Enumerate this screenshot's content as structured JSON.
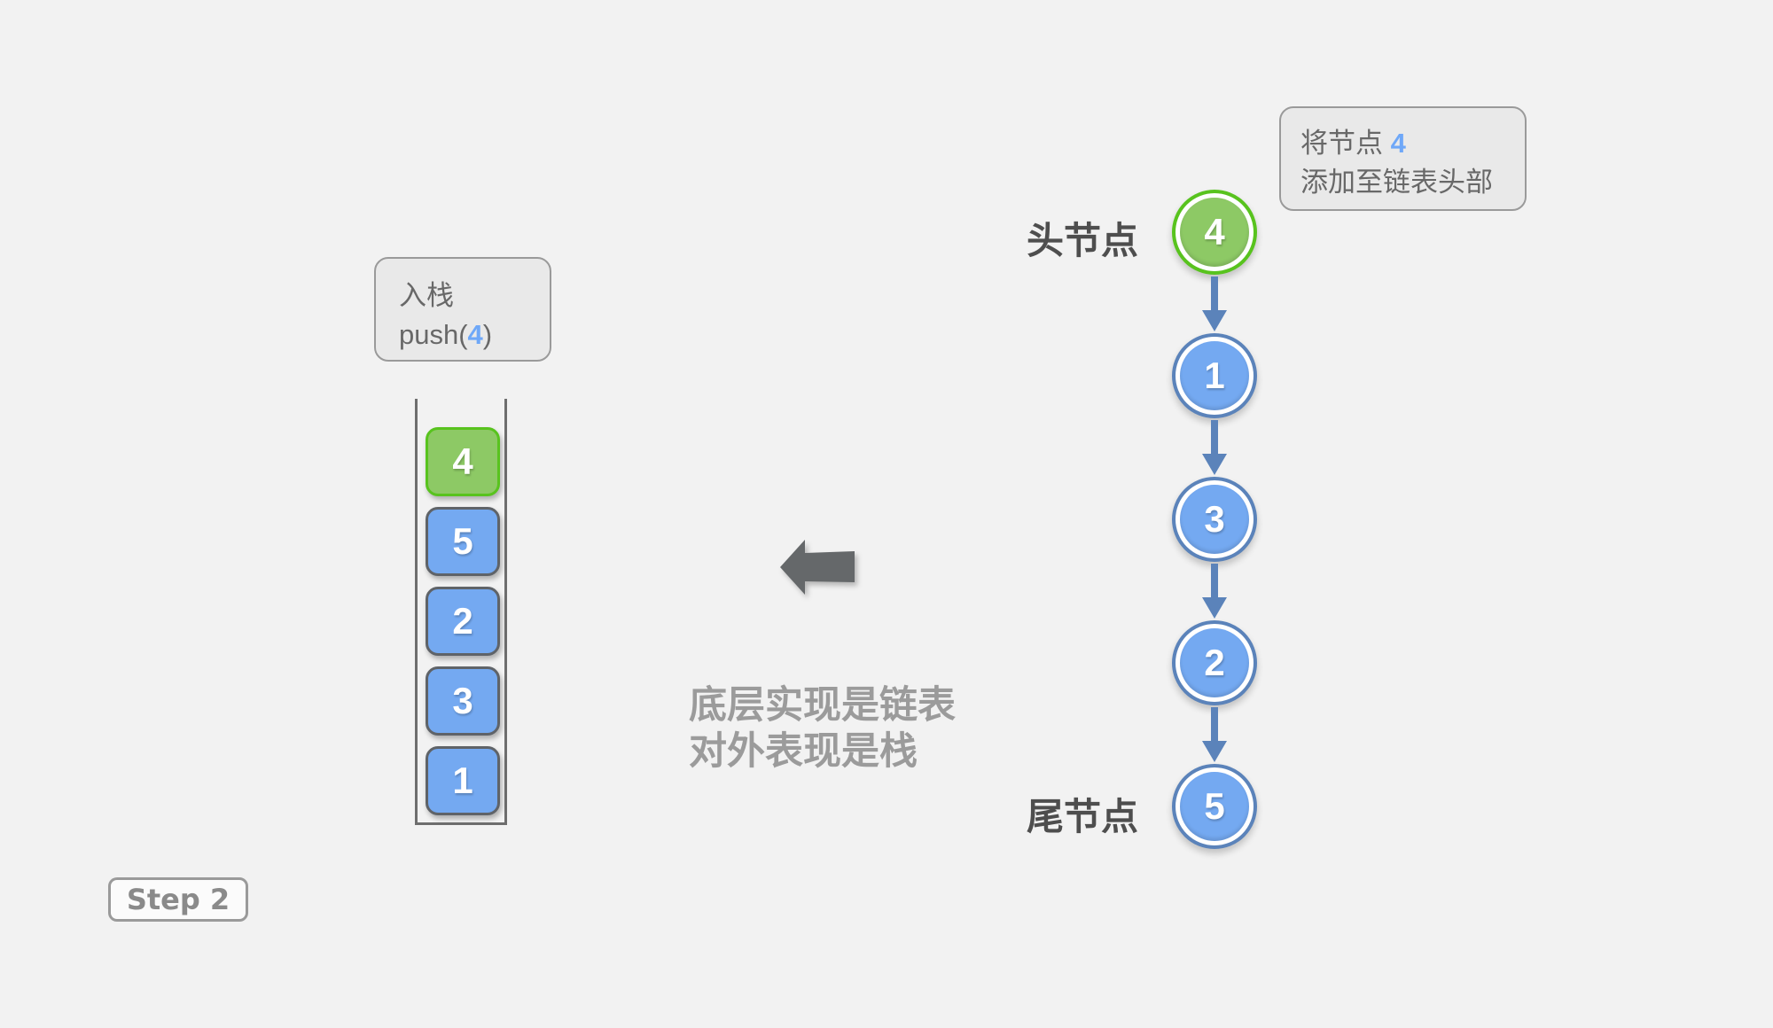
{
  "background": "#f2f2f2",
  "colors": {
    "green_ring": "#58c31e",
    "green_fill": "#8dc965",
    "blue_ring": "#5b83ba",
    "blue_fill": "#74a9f1",
    "box_border_gray": "#5f6368",
    "callout_bg": "#e9e9e9",
    "callout_border": "#9a9a9a",
    "callout_text": "#686868",
    "highlight_blue_text": "#6fa8f8",
    "label_text": "#4e4e4e",
    "caption_text": "#9b9b9b",
    "block_arrow": "#65686a",
    "link_arrow": "#5b83ba",
    "stack_wall": "#6e6e6e",
    "step_text": "#8a8a8a",
    "badge_bg": "#fbfbfb"
  },
  "step_badge": {
    "label": "Step 2"
  },
  "push_callout": {
    "line1": "入栈",
    "code_prefix": "push(",
    "code_value": "4",
    "code_suffix": ")"
  },
  "stack": {
    "items": [
      {
        "value": "4",
        "type": "green"
      },
      {
        "value": "5",
        "type": "blue"
      },
      {
        "value": "2",
        "type": "blue"
      },
      {
        "value": "3",
        "type": "blue"
      },
      {
        "value": "1",
        "type": "blue"
      }
    ]
  },
  "caption": {
    "line1": "底层实现是链表",
    "line2": "对外表现是栈"
  },
  "note_callout": {
    "line1_prefix": "将节点 ",
    "line1_value": "4",
    "line2": "添加至链表头部"
  },
  "linked_list": {
    "head_label": "头节点",
    "tail_label": "尾节点",
    "nodes": [
      {
        "value": "4",
        "type": "green"
      },
      {
        "value": "1",
        "type": "blue"
      },
      {
        "value": "3",
        "type": "blue"
      },
      {
        "value": "2",
        "type": "blue"
      },
      {
        "value": "5",
        "type": "blue"
      }
    ]
  }
}
